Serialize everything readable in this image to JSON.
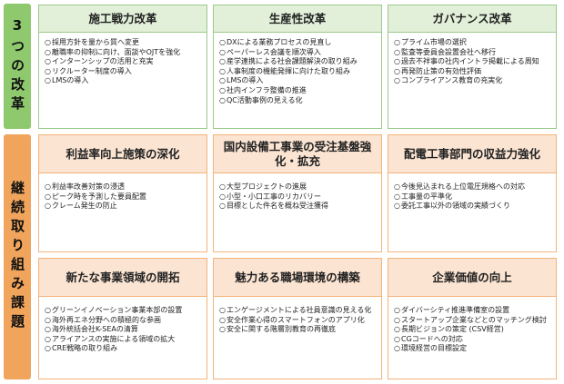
{
  "side_labels": {
    "top": "3つの改革",
    "bottom": "継続取り組み課題"
  },
  "colors": {
    "green_accent": "#8fc96e",
    "green_header": "#e2f0d9",
    "orange_accent": "#f0a45c",
    "orange_header": "#fbe4d2"
  },
  "rows": [
    {
      "cards": [
        {
          "title": "施工戦力改革",
          "items": [
            "採用方針を量から質へ変更",
            "離職率の抑制に向け、面談やOJTを強化",
            "インターンシップの活用と充実",
            "リクルーター制度の導入",
            "LMSの導入"
          ]
        },
        {
          "title": "生産性改革",
          "items": [
            "DXによる業務プロセスの見直し",
            "ペーパーレス会議を順次導入",
            "産学連携による社会課題解決の取り組み",
            "人事制度の機能発揮に向けた取り組み",
            "LMSの導入",
            "社内インフラ整備の推進",
            "QC活動事例の見える化"
          ]
        },
        {
          "title": "ガバナンス改革",
          "items": [
            "プライム市場の選択",
            "監査等委員会設置会社へ移行",
            "過去不祥事の社内イントラ掲載による周知",
            "再発防止策の有効性評価",
            "コンプライアンス教育の充実化"
          ]
        }
      ]
    },
    {
      "cards": [
        {
          "title": "利益率向上施策の深化",
          "items": [
            "利益率改善対策の浸透",
            "ピーク時を予測した要員配置",
            "クレーム発生の防止"
          ]
        },
        {
          "title": "国内設備工事業の受注基盤強化・拡充",
          "items": [
            "大型プロジェクトの進展",
            "小型・小口工事のリカバリー",
            "目標とした件名を概ね受注獲得"
          ]
        },
        {
          "title": "配電工事部門の収益力強化",
          "items": [
            "今後見込まれる上位電圧規格への対応",
            "工事量の平準化",
            "委託工事以外の領域の実績づくり"
          ]
        }
      ]
    },
    {
      "cards": [
        {
          "title": "新たな事業領域の開拓",
          "items": [
            "グリーンイノベーション事業本部の設置",
            "海外再エネ分野への積極的な参画",
            "海外統括会社K-SEAの清算",
            "アライアンスの実施による領域の拡大",
            "CRE戦略の取り組み"
          ]
        },
        {
          "title": "魅力ある職場環境の構築",
          "items": [
            "エンゲージメントによる社員意識の見える化",
            "安全作業心得のスマートフォンのアプリ化",
            "安全に関する階層別教育の再徹底"
          ]
        },
        {
          "title": "企業価値の向上",
          "items": [
            "ダイバーシティ推進準備室の設置",
            "スタートアップ企業などとのマッチング検討",
            "長期ビジョンの策定 (CSV経営)",
            "CGコードへの対応",
            "環境経営の目標設定"
          ]
        }
      ]
    }
  ]
}
